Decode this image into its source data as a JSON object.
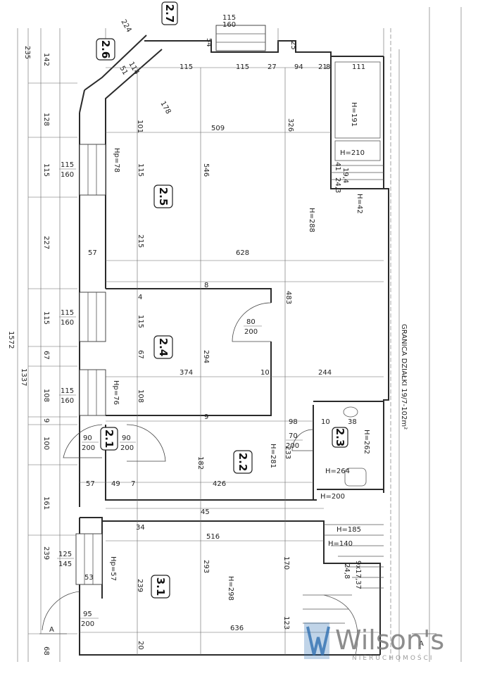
{
  "rooms": [
    {
      "id": "2.6",
      "label": "2.6"
    },
    {
      "id": "2.5",
      "label": "2.5"
    },
    {
      "id": "2.4",
      "label": "2.4"
    },
    {
      "id": "2.1",
      "label": "2.1"
    },
    {
      "id": "2.2",
      "label": "2.2"
    },
    {
      "id": "2.3",
      "label": "2.3"
    },
    {
      "id": "3.1",
      "label": "3.1"
    },
    {
      "id": "2.7",
      "label": "2.7"
    }
  ],
  "heights": {
    "h288": "H=288",
    "h281": "H=281",
    "h298": "H=298",
    "h262": "H=262",
    "h264": "H=264",
    "h200": "H=200",
    "h191": "H=191",
    "h210": "H=210",
    "h42": "H=42",
    "h185": "H=185",
    "h140": "H=140",
    "hp78": "Hp=78",
    "hp76": "Hp=76",
    "hp57": "Hp=57"
  },
  "openings": {
    "w115_160": [
      "115",
      "160"
    ],
    "w125_145": [
      "125",
      "145"
    ],
    "d90_200": [
      "90",
      "200"
    ],
    "d80_200": [
      "80",
      "200"
    ],
    "d70_200": [
      "70",
      "200"
    ],
    "d95_200": [
      "95",
      "200"
    ]
  },
  "dims": {
    "d235": "235",
    "d142": "142",
    "d128": "128",
    "d115": "115",
    "d227": "227",
    "d67": "67",
    "d108": "108",
    "d9": "9",
    "d100": "100",
    "d161": "161",
    "d239": "239",
    "d68": "68",
    "d1572": "1572",
    "d1337": "1337",
    "d224": "224",
    "d54": "54",
    "d51": "51",
    "d114": "114",
    "d178": "178",
    "d27": "27",
    "d94": "94",
    "d21": "21",
    "d8": "8",
    "d111": "111",
    "d25": "25",
    "d101": "101",
    "d509": "509",
    "d326": "326",
    "d546": "546",
    "d57": "57",
    "d215": "215",
    "d628": "628",
    "d4": "4",
    "d483": "483",
    "d294": "294",
    "d374": "374",
    "d10": "10",
    "d244": "244",
    "d98": "98",
    "d38": "38",
    "d233": "233",
    "d49": "49",
    "d7": "7",
    "d182": "182",
    "d426": "426",
    "d45": "45",
    "d34": "34",
    "d516": "516",
    "d293": "293",
    "d170": "170",
    "d53": "53",
    "d123": "123",
    "d636": "636",
    "d20": "20",
    "d41": "41",
    "d194": "19,4",
    "d243": "24,3",
    "d917": "9x17,37",
    "d248": "24,8"
  },
  "boundary_text": "GRANICA DZIAŁKI 19/7-102m²",
  "section_marker": "A",
  "logo": {
    "name": "Wilson's",
    "tagline": "NIERUCHOMOŚCI"
  }
}
